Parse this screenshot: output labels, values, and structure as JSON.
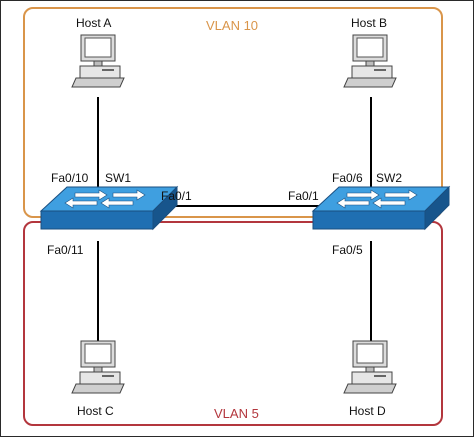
{
  "vlans": {
    "vlan10": {
      "label": "VLAN 10",
      "color": "#d9954a"
    },
    "vlan5": {
      "label": "VLAN 5",
      "color": "#b3363d"
    }
  },
  "hosts": {
    "a": {
      "label": "Host A"
    },
    "b": {
      "label": "Host B"
    },
    "c": {
      "label": "Host C"
    },
    "d": {
      "label": "Host D"
    }
  },
  "switches": {
    "sw1": {
      "label": "SW1"
    },
    "sw2": {
      "label": "SW2"
    }
  },
  "ports": {
    "sw1_a": "Fa0/10",
    "sw1_c": "Fa0/11",
    "sw1_trunk": "Fa0/1",
    "sw2_trunk": "Fa0/1",
    "sw2_b": "Fa0/6",
    "sw2_d": "Fa0/5"
  },
  "colors": {
    "switch_top": "#3f9fe0",
    "switch_side": "#1f6fb2",
    "link": "#000000",
    "pc_body": "#e3e3e3",
    "pc_screen": "#ffffff"
  }
}
